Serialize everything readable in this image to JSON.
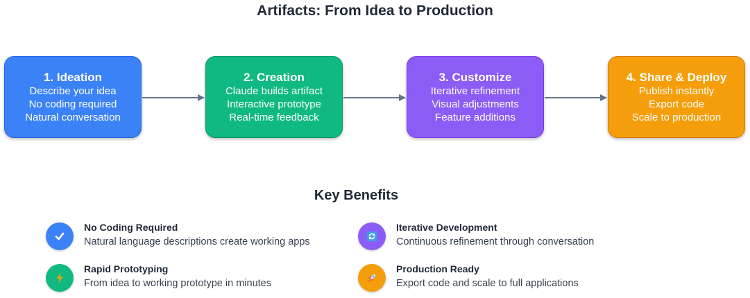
{
  "title": "Artifacts: From Idea to Production",
  "steps": [
    {
      "title": "1. Ideation",
      "lines": [
        "Describe your idea",
        "No coding required",
        "Natural conversation"
      ],
      "color": "#3b82f6",
      "border": "#2563eb"
    },
    {
      "title": "2. Creation",
      "lines": [
        "Claude builds artifact",
        "Interactive prototype",
        "Real-time feedback"
      ],
      "color": "#10b981",
      "border": "#059669"
    },
    {
      "title": "3. Customize",
      "lines": [
        "Iterative refinement",
        "Visual adjustments",
        "Feature additions"
      ],
      "color": "#8b5cf6",
      "border": "#7c3aed"
    },
    {
      "title": "4. Share & Deploy",
      "lines": [
        "Publish instantly",
        "Export code",
        "Scale to production"
      ],
      "color": "#f59e0b",
      "border": "#d97706"
    }
  ],
  "arrow_color": "#64748b",
  "benefits_title": "Key Benefits",
  "benefits": [
    {
      "title": "No Coding Required",
      "desc": "Natural language descriptions create working apps",
      "icon": "checkmark-icon",
      "color": "#3b82f6"
    },
    {
      "title": "Iterative Development",
      "desc": "Continuous refinement through conversation",
      "icon": "refresh-icon",
      "color": "#8b5cf6"
    },
    {
      "title": "Rapid Prototyping",
      "desc": "From idea to working prototype in minutes",
      "icon": "lightning-icon",
      "color": "#10b981"
    },
    {
      "title": "Production Ready",
      "desc": "Export code and scale to full applications",
      "icon": "rocket-icon",
      "color": "#f59e0b"
    }
  ]
}
